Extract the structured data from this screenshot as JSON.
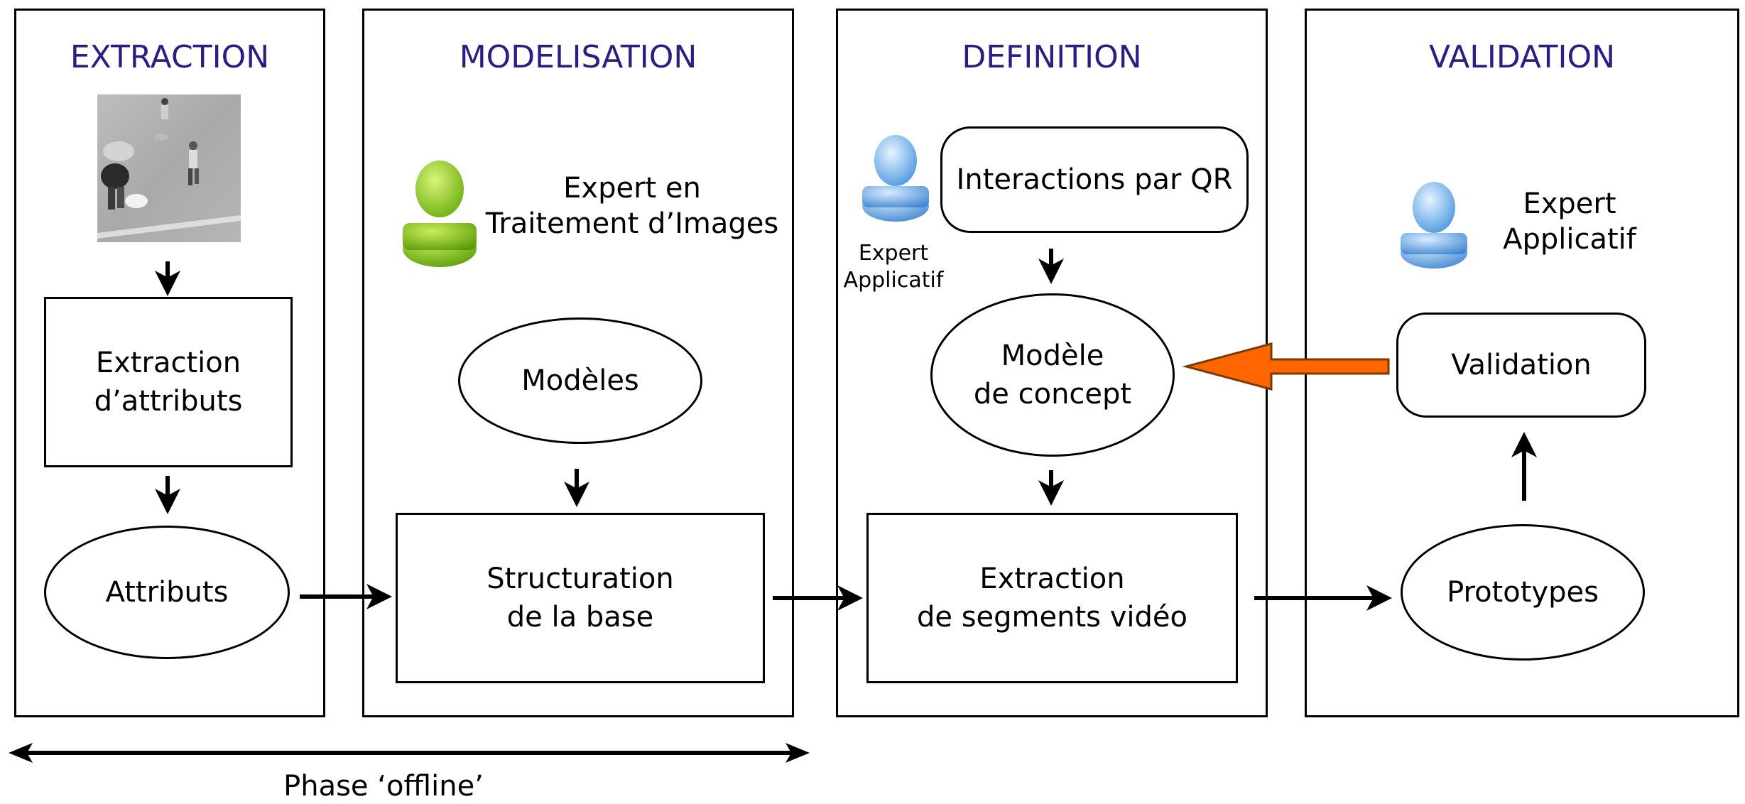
{
  "columns": [
    {
      "title": "EXTRACTION"
    },
    {
      "title": "MODELISATION"
    },
    {
      "title": "DEFINITION"
    },
    {
      "title": "VALIDATION"
    }
  ],
  "extraction": {
    "attr_box": [
      "Extraction",
      "d’attributs"
    ],
    "attributs": "Attributs"
  },
  "modelisation": {
    "expert": [
      "Expert en",
      "Traitement d’Images"
    ],
    "modeles": "Modèles",
    "structuration": [
      "Structuration",
      "de la base"
    ]
  },
  "definition": {
    "expert": [
      "Expert",
      "Applicatif"
    ],
    "interactions": "Interactions par QR",
    "modele_concept": [
      "Modèle",
      "de concept"
    ],
    "extraction_segments": [
      "Extraction",
      "de segments vidéo"
    ]
  },
  "validation": {
    "expert": [
      "Expert",
      "Applicatif"
    ],
    "validation": "Validation",
    "prototypes": "Prototypes"
  },
  "phase": "Phase ‘offline’",
  "colors": {
    "title": "#2b1c86",
    "feedback_arrow": "#ff6600",
    "expert_green": "#8ccc1c",
    "expert_blue": "#6aaee8"
  },
  "icons": {
    "video_frame": "soccer-video-frame-thumbnail",
    "image_expert": "green-user-icon",
    "app_expert": "blue-user-icon"
  }
}
